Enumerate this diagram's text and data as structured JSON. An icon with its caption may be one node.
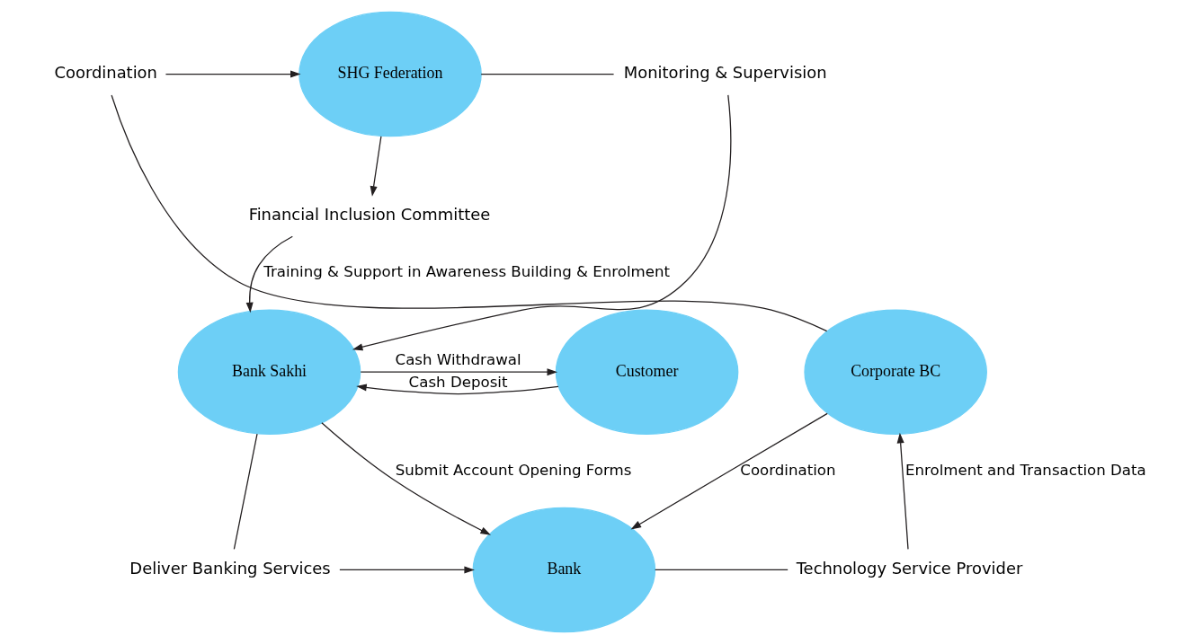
{
  "diagram": {
    "nodes": [
      {
        "text": [
          "Coordination"
        ]
      },
      {
        "text": [
          "SHG Federation"
        ]
      },
      {
        "text": [
          "Monitoring & Supervision"
        ]
      },
      {
        "text": [
          "Financial Inclusion Committee"
        ]
      },
      {
        "text": [
          "Corporate BC"
        ]
      },
      {
        "text": [
          "Bank Sakhi"
        ]
      },
      {
        "text": [
          "Customer"
        ]
      },
      {
        "text": [
          "Bank"
        ]
      },
      {
        "text": [
          "Technology Service Provider"
        ]
      },
      {
        "text": [
          "Deliver Banking Services"
        ]
      }
    ],
    "edges": [
      {
        "from": 4,
        "to": 0,
        "arrow": "none"
      },
      {
        "from": 0,
        "to": 1,
        "arrow": "to"
      },
      {
        "from": 1,
        "to": 2,
        "arrow": "none"
      },
      {
        "from": 2,
        "to": 5,
        "arrow": "to"
      },
      {
        "from": 1,
        "to": 3,
        "arrow": "to"
      },
      {
        "from": 3,
        "to": 5,
        "arrow": "to",
        "label": "Training & Support in Awareness Building & Enrolment"
      },
      {
        "from": 5,
        "to": 6,
        "arrow": "to",
        "label": "Cash Withdrawal"
      },
      {
        "from": 6,
        "to": 5,
        "arrow": "to",
        "label": "Cash Deposit"
      },
      {
        "from": 4,
        "to": 7,
        "arrow": "to",
        "label": "Coordination"
      },
      {
        "from": 5,
        "to": 7,
        "arrow": "to",
        "label": "Submit Account Opening Forms"
      },
      {
        "from": 5,
        "to": 9,
        "arrow": "none"
      },
      {
        "from": 9,
        "to": 7,
        "arrow": "to"
      },
      {
        "from": 7,
        "to": 8,
        "arrow": "none"
      },
      {
        "from": 8,
        "to": 4,
        "arrow": "to",
        "label": "Enrolment and Transaction Data"
      }
    ]
  }
}
